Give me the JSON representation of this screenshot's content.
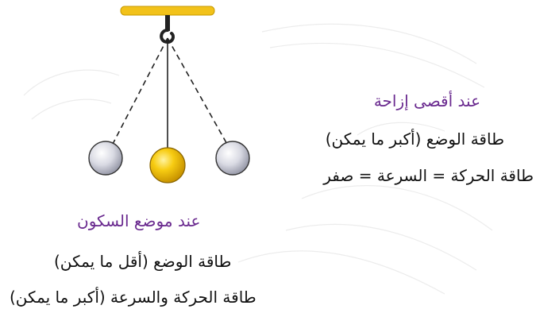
{
  "colors": {
    "heading": "#6a2a8f",
    "text": "#111111",
    "support_bar": "#f2c21a",
    "middle_bob": "#f5c400",
    "side_bob": "#d7d8e2"
  },
  "extreme": {
    "heading": "عند أقصى إزاحة",
    "potential": "طاقة الوضع (أكبر ما يمكن)",
    "kinetic": "طاقة الحركة = السرعة = صفر"
  },
  "rest": {
    "heading": "عند موضع السكون",
    "potential": "طاقة الوضع (أقل ما يمكن)",
    "kinetic": "طاقة الحركة والسرعة (أكبر ما يمكن)"
  }
}
